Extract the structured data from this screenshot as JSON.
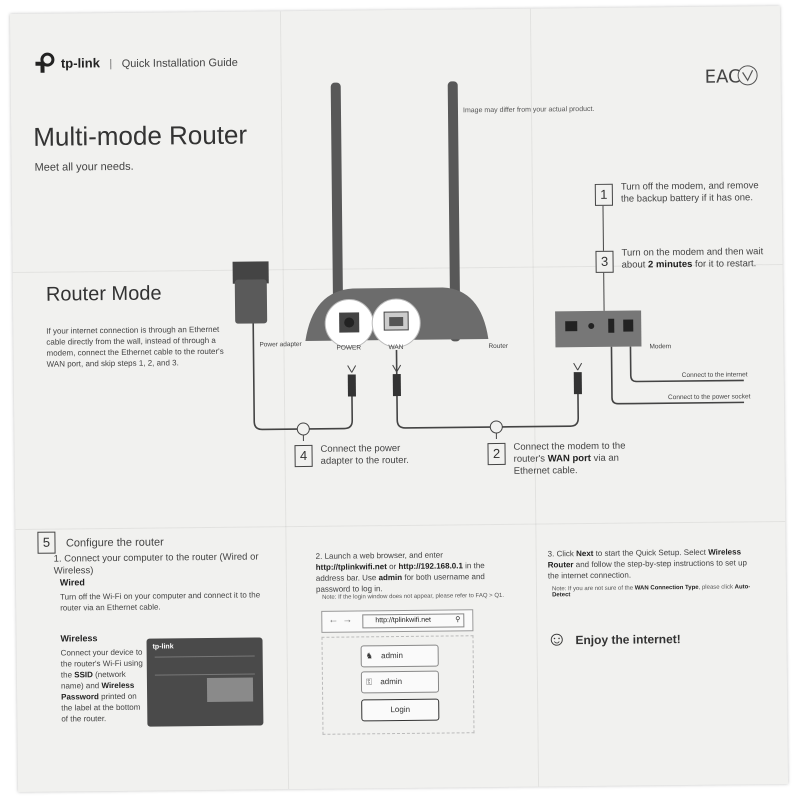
{
  "header": {
    "brand": "tp-link",
    "divider": "|",
    "guide": "Quick Installation Guide",
    "cert_mark": "EAC"
  },
  "title": {
    "main": "Multi-mode Router",
    "sub": "Meet all your needs."
  },
  "note_image": "Image may differ from your actual product.",
  "router_mode": {
    "heading": "Router Mode",
    "desc": "If your internet connection is through an Ethernet cable directly from the wall, instead of through a modem, connect the Ethernet cable to the router's WAN port, and skip steps 1, 2, and 3."
  },
  "diagram": {
    "power_adapter": "Power adapter",
    "power_port": "POWER",
    "wan_port": "WAN",
    "router": "Router",
    "modem": "Modem",
    "connect_internet": "Connect to the internet",
    "connect_power": "Connect to the power socket"
  },
  "steps": {
    "s1": {
      "num": "1",
      "text": "Turn off the modem, and remove the backup battery if it has one."
    },
    "s3": {
      "num": "3",
      "text_a": "Turn on the modem and then wait about ",
      "bold": "2 minutes",
      "text_b": " for it to restart."
    },
    "s4": {
      "num": "4",
      "text": "Connect the power adapter to the router."
    },
    "s2": {
      "num": "2",
      "text_a": "Connect the modem to the router's ",
      "bold": "WAN port",
      "text_b": " via an Ethernet cable."
    },
    "s5": {
      "num": "5",
      "text": "Configure the router"
    }
  },
  "config": {
    "c1": {
      "num": "1.",
      "text": "Connect your computer to the router (Wired or Wireless)"
    },
    "wired": {
      "title": "Wired",
      "text": "Turn off the Wi-Fi on your computer and connect it to the router via an Ethernet cable."
    },
    "wireless": {
      "title": "Wireless",
      "t1": "Connect your device to the router's Wi-Fi using the ",
      "b1": "SSID",
      "t2": " (network name) and ",
      "b2": "Wireless Password",
      "t3": " printed on the label at the bottom of the router."
    },
    "label_brand": "tp-link",
    "c2": {
      "num": "2.",
      "t1": "Launch a web browser, and enter ",
      "b1": "http://tplinkwifi.net",
      "t2": " or ",
      "b2": "http://192.168.0.1",
      "t3": " in the address bar. Use ",
      "b3": "admin",
      "t4": " for both username and password to log in."
    },
    "c2_note": "Note: If the login window does not appear, please refer to FAQ > Q1.",
    "browser": {
      "url": "http://tplinkwifi.net",
      "user": "admin",
      "pass": "admin",
      "login": "Login"
    },
    "c3": {
      "num": "3.",
      "t1": "Click ",
      "b1": "Next",
      "t2": " to start the Quick Setup. Select ",
      "b2": "Wireless Router",
      "t3": " and follow the step-by-step instructions to set up the internet connection."
    },
    "c3_note_a": "Note: If you are not sure of the ",
    "c3_note_b": "WAN Connection Type",
    "c3_note_c": ", please click ",
    "c3_note_d": "Auto-Detect",
    "enjoy": "Enjoy the internet!"
  }
}
